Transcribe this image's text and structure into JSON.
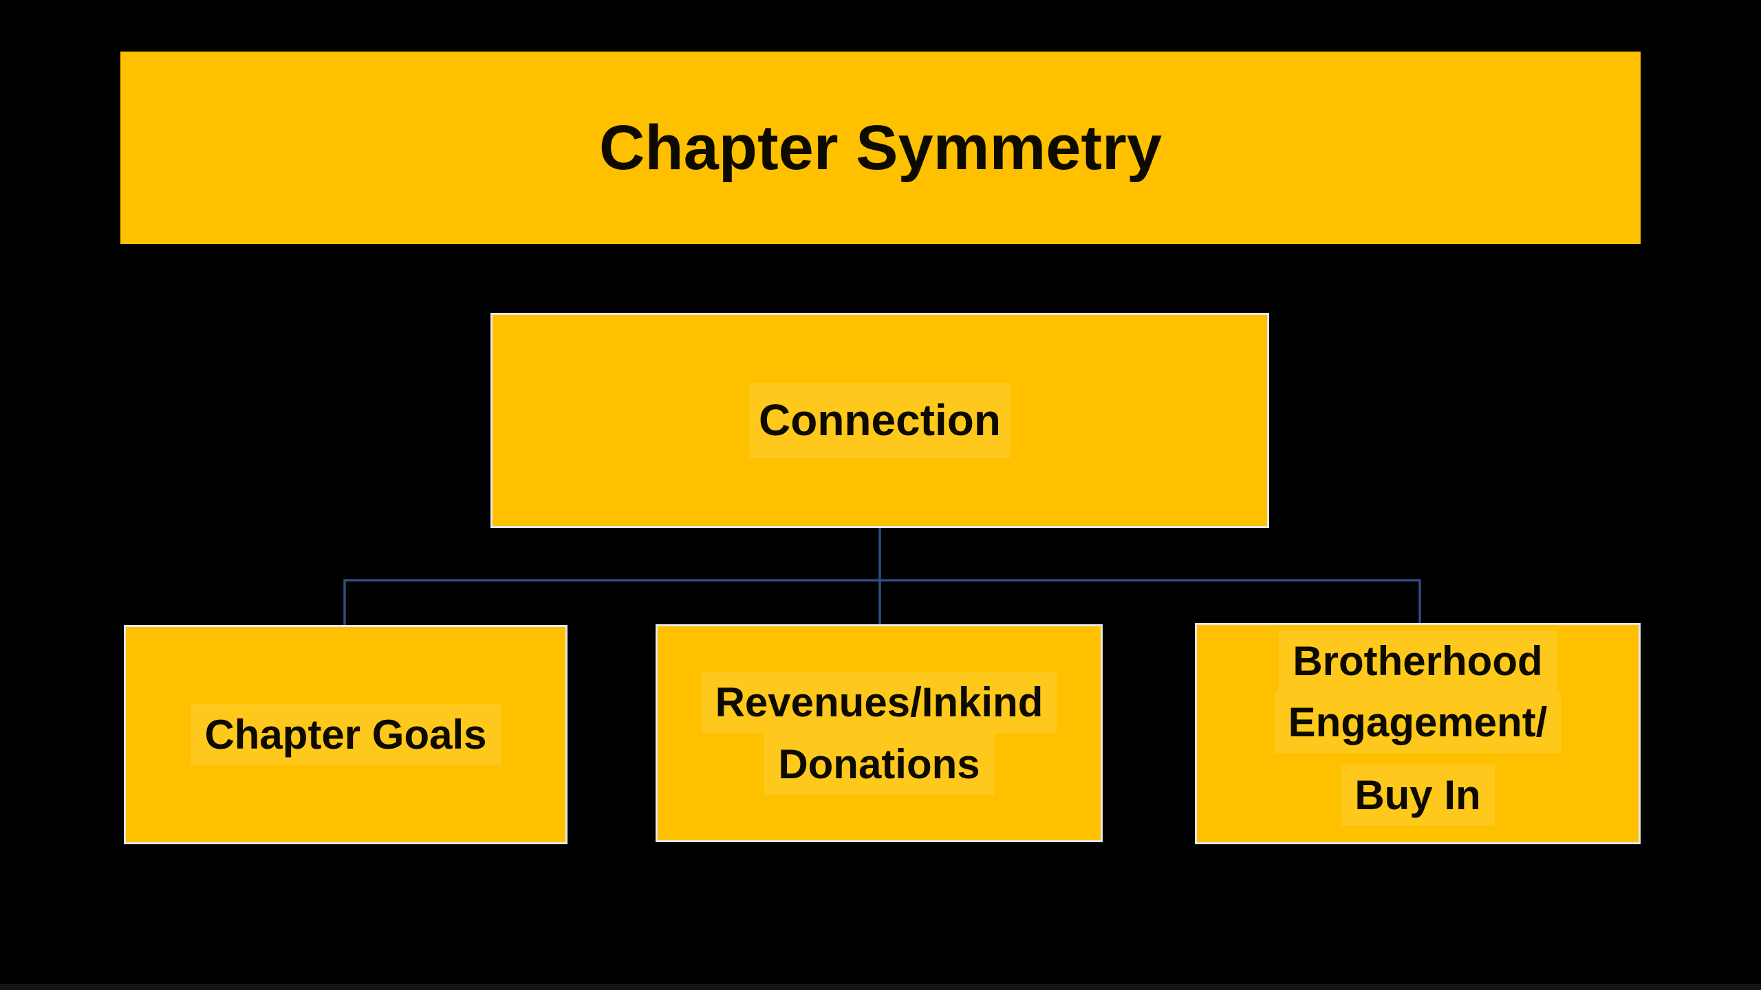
{
  "colors": {
    "background": "#000000",
    "box_fill": "#FFC000",
    "text_highlight": "#FFC81C",
    "box_border": "#E7E7E7",
    "connector": "#2E4E7E",
    "text": "#0D0B00"
  },
  "banner": {
    "title": "Chapter Symmetry"
  },
  "root_node": {
    "label": "Connection"
  },
  "child_nodes": [
    {
      "lines": [
        "Chapter Goals"
      ]
    },
    {
      "lines": [
        "Revenues/Inkind",
        "Donations"
      ]
    },
    {
      "lines": [
        "Brotherhood",
        "Engagement/",
        "Buy In"
      ]
    }
  ]
}
